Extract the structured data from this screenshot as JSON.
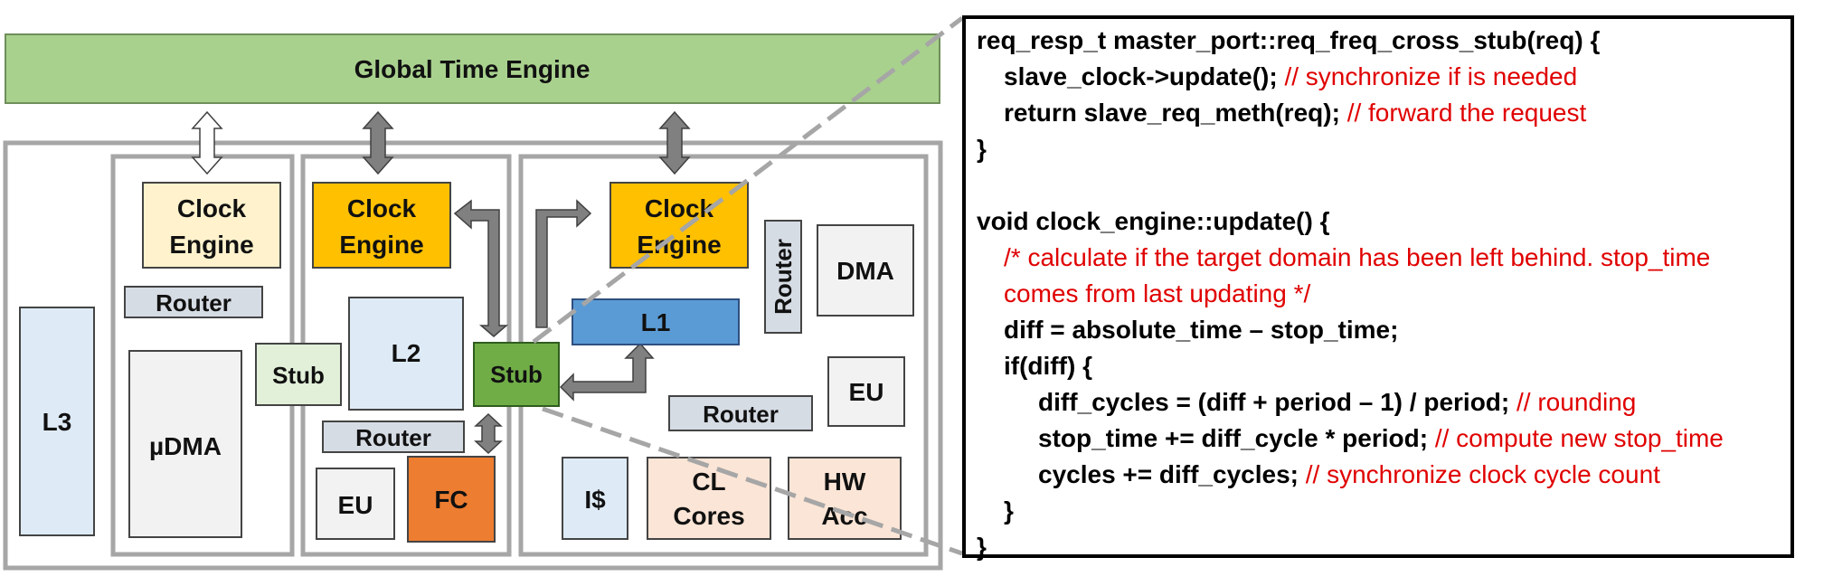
{
  "colors": {
    "gte_fill": "#a9d18e",
    "clock_light": "#fff2cc",
    "clock_orange": "#ffc000",
    "router_fill": "#d6dce4",
    "l1_fill": "#5b9bd5",
    "stub_green": "#70ad47",
    "stub_light": "#e2f0d9",
    "fc_fill": "#ed7d31",
    "light_blue": "#deebf7",
    "light_gray": "#f2f2f2",
    "peach": "#fbe5d6",
    "comment_red": "#e00000"
  },
  "blocks": {
    "global_time_engine": "Global Time Engine",
    "l3": "L3",
    "udma": "µDMA",
    "clock_engine_1": [
      "Clock",
      "Engine"
    ],
    "router_1": "Router",
    "stub_1": "Stub",
    "clock_engine_2": [
      "Clock",
      "Engine"
    ],
    "l2": "L2",
    "router_2": "Router",
    "eu_2": "EU",
    "fc": "FC",
    "stub_2": "Stub",
    "clock_engine_3": [
      "Clock",
      "Engine"
    ],
    "l1": "L1",
    "router_vertical": "Router",
    "dma": "DMA",
    "eu_3": "EU",
    "router_3": "Router",
    "icache": "I$",
    "cl_cores": [
      "CL",
      "Cores"
    ],
    "hw_acc": [
      "HW",
      "Acc"
    ]
  },
  "code": [
    {
      "code": "req_resp_t master_port::req_freq_cross_stub(req) {",
      "comment": "",
      "indent": 0
    },
    {
      "code": "slave_clock->update(); ",
      "comment": "// synchronize if is needed",
      "indent": 1
    },
    {
      "code": "return slave_req_meth(req); ",
      "comment": "// forward the request",
      "indent": 1
    },
    {
      "code": "}",
      "comment": "",
      "indent": 0
    },
    {
      "code": "",
      "comment": "",
      "indent": 0
    },
    {
      "code": "void clock_engine::update() {",
      "comment": "",
      "indent": 0
    },
    {
      "code": "",
      "comment": "/* calculate if the target domain has been left behind. stop_time",
      "indent": 1
    },
    {
      "code": "",
      "comment": "comes from last updating */",
      "indent": 1
    },
    {
      "code": "diff = absolute_time – stop_time;",
      "comment": "",
      "indent": 1
    },
    {
      "code": "if(diff) {",
      "comment": "",
      "indent": 1
    },
    {
      "code": "diff_cycles = (diff + period – 1) / period; ",
      "comment": "// rounding",
      "indent": 2
    },
    {
      "code": "stop_time += diff_cycle * period; ",
      "comment": "// compute new stop_time",
      "indent": 2
    },
    {
      "code": "cycles += diff_cycles; ",
      "comment": "// synchronize clock cycle count",
      "indent": 2
    },
    {
      "code": "}",
      "comment": "",
      "indent": 1
    },
    {
      "code": "}",
      "comment": "",
      "indent": 0
    }
  ]
}
